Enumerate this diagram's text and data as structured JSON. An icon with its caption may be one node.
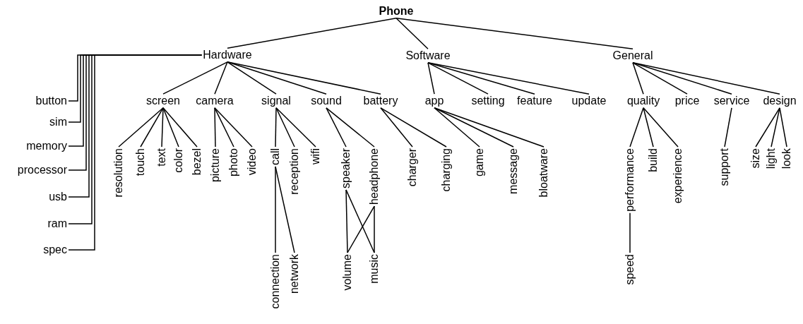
{
  "diagram": {
    "nodes": [
      {
        "text": [
          "Phone"
        ]
      },
      {
        "text": [
          "Hardware"
        ]
      },
      {
        "text": [
          "Software"
        ]
      },
      {
        "text": [
          "General"
        ]
      },
      {
        "text": [
          "button"
        ]
      },
      {
        "text": [
          "sim"
        ]
      },
      {
        "text": [
          "memory"
        ]
      },
      {
        "text": [
          "processor"
        ]
      },
      {
        "text": [
          "usb"
        ]
      },
      {
        "text": [
          "ram"
        ]
      },
      {
        "text": [
          "spec"
        ]
      },
      {
        "text": [
          "screen"
        ]
      },
      {
        "text": [
          "camera"
        ]
      },
      {
        "text": [
          "signal"
        ]
      },
      {
        "text": [
          "sound"
        ]
      },
      {
        "text": [
          "battery"
        ]
      },
      {
        "text": [
          "app"
        ]
      },
      {
        "text": [
          "setting"
        ]
      },
      {
        "text": [
          "feature"
        ]
      },
      {
        "text": [
          "update"
        ]
      },
      {
        "text": [
          "quality"
        ]
      },
      {
        "text": [
          "price"
        ]
      },
      {
        "text": [
          "service"
        ]
      },
      {
        "text": [
          "design"
        ]
      },
      {
        "text": [
          "resolution"
        ]
      },
      {
        "text": [
          "touch"
        ]
      },
      {
        "text": [
          "text"
        ]
      },
      {
        "text": [
          "color"
        ]
      },
      {
        "text": [
          "bezel"
        ]
      },
      {
        "text": [
          "picture"
        ]
      },
      {
        "text": [
          "photo"
        ]
      },
      {
        "text": [
          "video"
        ]
      },
      {
        "text": [
          "call"
        ]
      },
      {
        "text": [
          "reception"
        ]
      },
      {
        "text": [
          "wifi"
        ]
      },
      {
        "text": [
          "speaker"
        ]
      },
      {
        "text": [
          "headphone"
        ]
      },
      {
        "text": [
          "charger"
        ]
      },
      {
        "text": [
          "charging"
        ]
      },
      {
        "text": [
          "game"
        ]
      },
      {
        "text": [
          "message"
        ]
      },
      {
        "text": [
          "bloatware"
        ]
      },
      {
        "text": [
          "performance"
        ]
      },
      {
        "text": [
          "build"
        ]
      },
      {
        "text": [
          "experience"
        ]
      },
      {
        "text": [
          "support"
        ]
      },
      {
        "text": [
          "size"
        ]
      },
      {
        "text": [
          "light"
        ]
      },
      {
        "text": [
          "look"
        ]
      },
      {
        "text": [
          "connection"
        ]
      },
      {
        "text": [
          "network"
        ]
      },
      {
        "text": [
          "volume"
        ]
      },
      {
        "text": [
          "music"
        ]
      },
      {
        "text": [
          "speed"
        ]
      }
    ],
    "edges": [
      {
        "from": 0,
        "to": 1,
        "arrow": "none"
      },
      {
        "from": 0,
        "to": 2,
        "arrow": "none"
      },
      {
        "from": 0,
        "to": 3,
        "arrow": "none"
      },
      {
        "from": 1,
        "to": 4,
        "arrow": "none"
      },
      {
        "from": 1,
        "to": 5,
        "arrow": "none"
      },
      {
        "from": 1,
        "to": 6,
        "arrow": "none"
      },
      {
        "from": 1,
        "to": 7,
        "arrow": "none"
      },
      {
        "from": 1,
        "to": 8,
        "arrow": "none"
      },
      {
        "from": 1,
        "to": 9,
        "arrow": "none"
      },
      {
        "from": 1,
        "to": 10,
        "arrow": "none"
      },
      {
        "from": 1,
        "to": 11,
        "arrow": "none"
      },
      {
        "from": 1,
        "to": 12,
        "arrow": "none"
      },
      {
        "from": 1,
        "to": 13,
        "arrow": "none"
      },
      {
        "from": 1,
        "to": 14,
        "arrow": "none"
      },
      {
        "from": 1,
        "to": 15,
        "arrow": "none"
      },
      {
        "from": 2,
        "to": 16,
        "arrow": "none"
      },
      {
        "from": 2,
        "to": 17,
        "arrow": "none"
      },
      {
        "from": 2,
        "to": 18,
        "arrow": "none"
      },
      {
        "from": 2,
        "to": 19,
        "arrow": "none"
      },
      {
        "from": 3,
        "to": 20,
        "arrow": "none"
      },
      {
        "from": 3,
        "to": 21,
        "arrow": "none"
      },
      {
        "from": 3,
        "to": 22,
        "arrow": "none"
      },
      {
        "from": 3,
        "to": 23,
        "arrow": "none"
      },
      {
        "from": 11,
        "to": 24,
        "arrow": "none"
      },
      {
        "from": 11,
        "to": 25,
        "arrow": "none"
      },
      {
        "from": 11,
        "to": 26,
        "arrow": "none"
      },
      {
        "from": 11,
        "to": 27,
        "arrow": "none"
      },
      {
        "from": 11,
        "to": 28,
        "arrow": "none"
      },
      {
        "from": 12,
        "to": 29,
        "arrow": "none"
      },
      {
        "from": 12,
        "to": 30,
        "arrow": "none"
      },
      {
        "from": 12,
        "to": 31,
        "arrow": "none"
      },
      {
        "from": 13,
        "to": 32,
        "arrow": "none"
      },
      {
        "from": 13,
        "to": 33,
        "arrow": "none"
      },
      {
        "from": 13,
        "to": 34,
        "arrow": "none"
      },
      {
        "from": 14,
        "to": 35,
        "arrow": "none"
      },
      {
        "from": 14,
        "to": 36,
        "arrow": "none"
      },
      {
        "from": 15,
        "to": 37,
        "arrow": "none"
      },
      {
        "from": 15,
        "to": 38,
        "arrow": "none"
      },
      {
        "from": 16,
        "to": 39,
        "arrow": "none"
      },
      {
        "from": 16,
        "to": 40,
        "arrow": "none"
      },
      {
        "from": 16,
        "to": 41,
        "arrow": "none"
      },
      {
        "from": 20,
        "to": 42,
        "arrow": "none"
      },
      {
        "from": 20,
        "to": 43,
        "arrow": "none"
      },
      {
        "from": 20,
        "to": 44,
        "arrow": "none"
      },
      {
        "from": 22,
        "to": 45,
        "arrow": "none"
      },
      {
        "from": 23,
        "to": 46,
        "arrow": "none"
      },
      {
        "from": 23,
        "to": 47,
        "arrow": "none"
      },
      {
        "from": 23,
        "to": 48,
        "arrow": "none"
      },
      {
        "from": 32,
        "to": 49,
        "arrow": "none"
      },
      {
        "from": 32,
        "to": 50,
        "arrow": "none"
      },
      {
        "from": 35,
        "to": 51,
        "arrow": "none"
      },
      {
        "from": 35,
        "to": 52,
        "arrow": "none"
      },
      {
        "from": 36,
        "to": 51,
        "arrow": "none"
      },
      {
        "from": 36,
        "to": 52,
        "arrow": "none"
      },
      {
        "from": 42,
        "to": 53,
        "arrow": "none"
      }
    ]
  }
}
